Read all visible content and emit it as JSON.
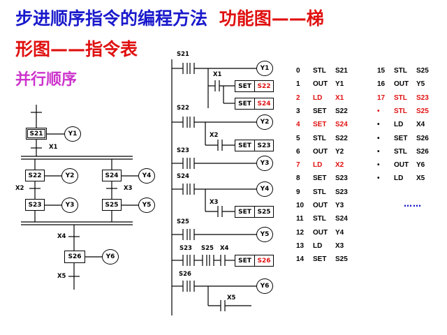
{
  "title": {
    "part1": "步进顺序指令的编程方法",
    "part2": "功能图——梯",
    "part3": "形图——指令表"
  },
  "subtitle": "并行顺序",
  "sfc": {
    "steps": [
      "S21",
      "S22",
      "S24",
      "S23",
      "S25",
      "S26"
    ],
    "outputs": [
      "Y1",
      "Y2",
      "Y4",
      "Y3",
      "Y5",
      "Y6"
    ],
    "transitions": [
      "X1",
      "X2",
      "X3",
      "X4",
      "X5"
    ]
  },
  "ladder": {
    "labels": [
      "S21",
      "X1",
      "S22",
      "X2",
      "S23",
      "S24",
      "X3",
      "S25",
      "S23",
      "S25",
      "X4",
      "S26",
      "X5"
    ],
    "set_boxes": [
      {
        "text": "SET",
        "target": "S22"
      },
      {
        "text": "SET",
        "target": "S24"
      },
      {
        "text": "SET",
        "target": "S23"
      },
      {
        "text": "SET",
        "target": "S25"
      },
      {
        "text": "SET",
        "target": "S26"
      }
    ],
    "coils": [
      "Y1",
      "Y2",
      "Y3",
      "Y4",
      "Y5",
      "Y6"
    ]
  },
  "instructions_left": [
    {
      "n": "0",
      "op": "STL",
      "arg": "S21",
      "red": false
    },
    {
      "n": "1",
      "op": "OUT",
      "arg": "Y1",
      "red": false
    },
    {
      "n": "2",
      "op": "LD",
      "arg": "X1",
      "red": true
    },
    {
      "n": "3",
      "op": "SET",
      "arg": "S22",
      "red": false
    },
    {
      "n": "4",
      "op": "SET",
      "arg": "S24",
      "red": true
    },
    {
      "n": "5",
      "op": "STL",
      "arg": "S22",
      "red": false
    },
    {
      "n": "6",
      "op": "OUT",
      "arg": "Y2",
      "red": false
    },
    {
      "n": "7",
      "op": "LD",
      "arg": "X2",
      "red": true
    },
    {
      "n": "8",
      "op": "SET",
      "arg": "S23",
      "red": false
    },
    {
      "n": "9",
      "op": "STL",
      "arg": "S23",
      "red": false
    },
    {
      "n": "10",
      "op": "OUT",
      "arg": "Y3",
      "red": false
    },
    {
      "n": "11",
      "op": "STL",
      "arg": "S24",
      "red": false
    },
    {
      "n": "12",
      "op": "OUT",
      "arg": "Y4",
      "red": false
    },
    {
      "n": "13",
      "op": "LD",
      "arg": "X3",
      "red": false
    },
    {
      "n": "14",
      "op": "SET",
      "arg": "S25",
      "red": false
    }
  ],
  "instructions_right": [
    {
      "n": "15",
      "op": "STL",
      "arg": "S25",
      "red": false
    },
    {
      "n": "16",
      "op": "OUT",
      "arg": "Y5",
      "red": false
    },
    {
      "n": "17",
      "op": "STL",
      "arg": "S23",
      "red": true
    },
    {
      "n": "•",
      "op": "STL",
      "arg": "S25",
      "red": true
    },
    {
      "n": "•",
      "op": "LD",
      "arg": "X4",
      "red": false
    },
    {
      "n": "•",
      "op": "SET",
      "arg": "S26",
      "red": false
    },
    {
      "n": "•",
      "op": "STL",
      "arg": "S26",
      "red": false
    },
    {
      "n": "•",
      "op": "OUT",
      "arg": "Y6",
      "red": false
    },
    {
      "n": "•",
      "op": "LD",
      "arg": "X5",
      "red": false
    }
  ],
  "ellipsis": "……",
  "colors": {
    "blue": "#1a1acc",
    "red": "#e01010",
    "magenta": "#cc33cc"
  }
}
